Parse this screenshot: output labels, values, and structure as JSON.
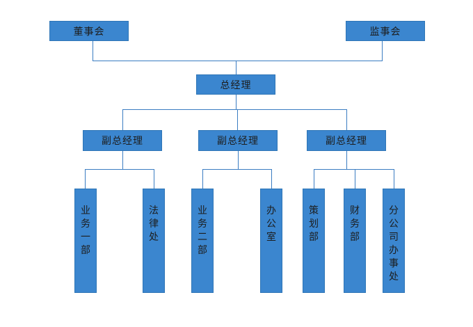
{
  "org": {
    "board": "董事会",
    "supervisory_board": "监事会",
    "general_manager": "总经理",
    "deputies": [
      {
        "label": "副总经理",
        "departments": [
          "业务一部",
          "法律处"
        ]
      },
      {
        "label": "副总经理",
        "departments": [
          "业务二部",
          "办公室"
        ]
      },
      {
        "label": "副总经理",
        "departments": [
          "策划部",
          "财务部",
          "分公司办事处"
        ]
      }
    ]
  },
  "colors": {
    "box_fill": "#3b86cf",
    "box_border": "#2e75b6",
    "line": "#3a7cc2",
    "text": "#1d1d1d"
  }
}
